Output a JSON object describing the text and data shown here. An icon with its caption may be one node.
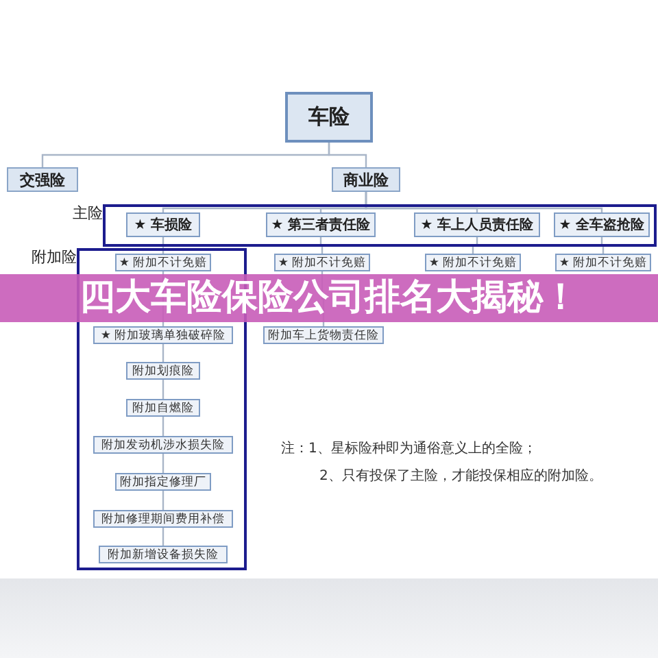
{
  "diagram": {
    "title": "四大车险保险公司排名大揭秘！",
    "nodes": [
      {
        "text": [
          "车险"
        ]
      },
      {
        "text": [
          "交强险"
        ]
      },
      {
        "text": [
          "商业险"
        ]
      },
      {
        "text": [
          "主险"
        ]
      },
      {
        "text": [
          "★ 车损险"
        ],
        "in": 3
      },
      {
        "text": [
          "★ 第三者责任险"
        ],
        "in": 3
      },
      {
        "text": [
          "★ 车上人员责任险"
        ],
        "in": 3
      },
      {
        "text": [
          "★ 全车盗抢险"
        ],
        "in": 3
      },
      {
        "text": [
          "附加险"
        ]
      },
      {
        "text": [
          "★ 附加不计免赔"
        ],
        "in": 8
      },
      {
        "text": [
          "★ 附加玻璃单独破碎险"
        ],
        "in": 8
      },
      {
        "text": [
          "附加划痕险"
        ],
        "in": 8
      },
      {
        "text": [
          "附加自燃险"
        ],
        "in": 8
      },
      {
        "text": [
          "附加发动机涉水损失险"
        ],
        "in": 8
      },
      {
        "text": [
          "附加指定修理厂"
        ],
        "in": 8
      },
      {
        "text": [
          "附加修理期间费用补偿"
        ],
        "in": 8
      },
      {
        "text": [
          "附加新增设备损失险"
        ],
        "in": 8
      },
      {
        "text": [
          "★ 附加不计免赔"
        ]
      },
      {
        "text": [
          "附加车上货物责任险"
        ]
      },
      {
        "text": [
          "★ 附加不计免赔"
        ]
      },
      {
        "text": [
          "★ 附加不计免赔"
        ]
      }
    ],
    "edges": [
      {
        "from": 0,
        "to": 1,
        "arrow": "none"
      },
      {
        "from": 0,
        "to": 2,
        "arrow": "none"
      },
      {
        "from": 2,
        "to": 4,
        "arrow": "none"
      },
      {
        "from": 2,
        "to": 5,
        "arrow": "none"
      },
      {
        "from": 2,
        "to": 6,
        "arrow": "none"
      },
      {
        "from": 2,
        "to": 7,
        "arrow": "none"
      },
      {
        "from": 4,
        "to": 9,
        "arrow": "none"
      },
      {
        "from": 9,
        "to": 10,
        "arrow": "none"
      },
      {
        "from": 10,
        "to": 11,
        "arrow": "none"
      },
      {
        "from": 11,
        "to": 12,
        "arrow": "none"
      },
      {
        "from": 12,
        "to": 13,
        "arrow": "none"
      },
      {
        "from": 13,
        "to": 14,
        "arrow": "none"
      },
      {
        "from": 14,
        "to": 15,
        "arrow": "none"
      },
      {
        "from": 15,
        "to": 16,
        "arrow": "none"
      },
      {
        "from": 5,
        "to": 17,
        "arrow": "none"
      },
      {
        "from": 17,
        "to": 18,
        "arrow": "none"
      },
      {
        "from": 6,
        "to": 19,
        "arrow": "none"
      },
      {
        "from": 7,
        "to": 20,
        "arrow": "none"
      }
    ],
    "labels": [
      "注：1、星标险种即为通俗意义上的全险；",
      "2、只有投保了主险，才能投保相应的附加险。"
    ]
  }
}
